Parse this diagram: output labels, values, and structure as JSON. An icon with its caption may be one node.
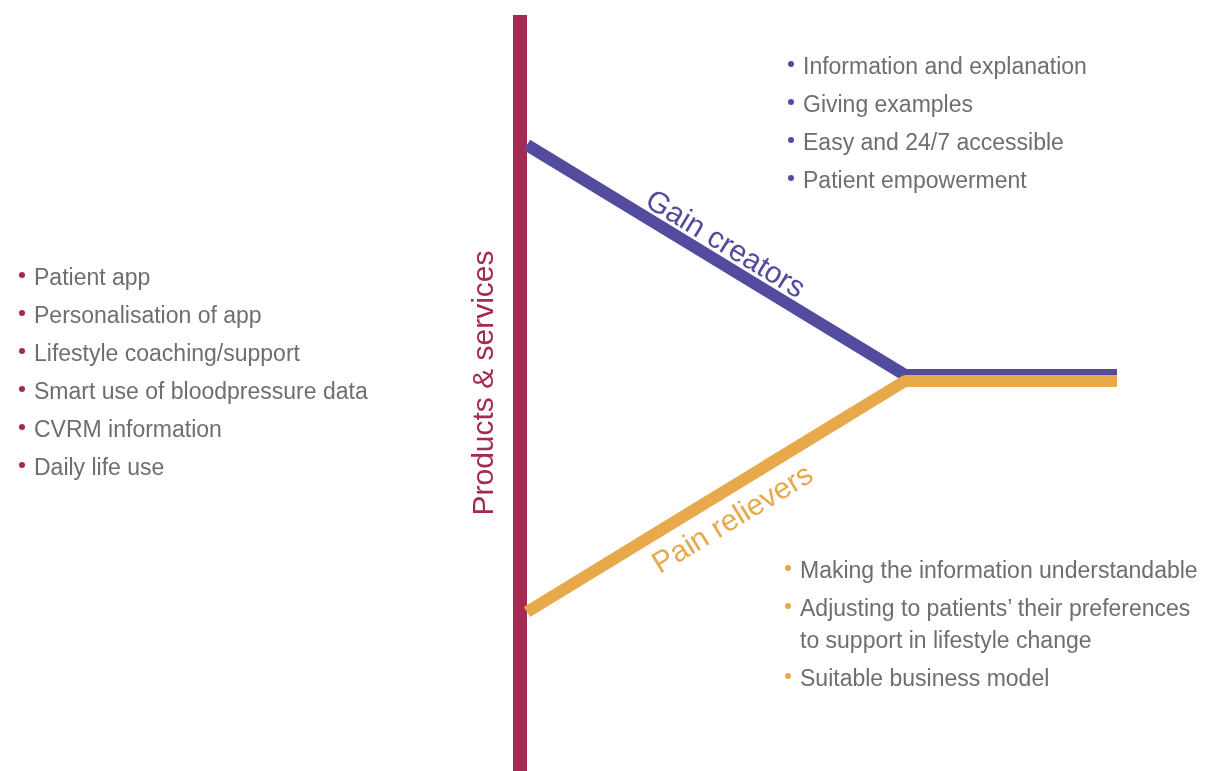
{
  "diagram": {
    "labels": [
      "Information and explanation",
      "Giving examples",
      "Easy and 24/7 accessible",
      "Patient empowerment",
      "Gain creators",
      "Products & services",
      "Patient app",
      "Personalisation of app",
      "Lifestyle coaching/support",
      "Smart use of bloodpressure data",
      "CVRM information",
      "Daily life use",
      "Pain relievers",
      "Making the information understandable",
      "Adjusting to patients’ their preferences to support in lifestyle change",
      "Suitable business model"
    ]
  }
}
